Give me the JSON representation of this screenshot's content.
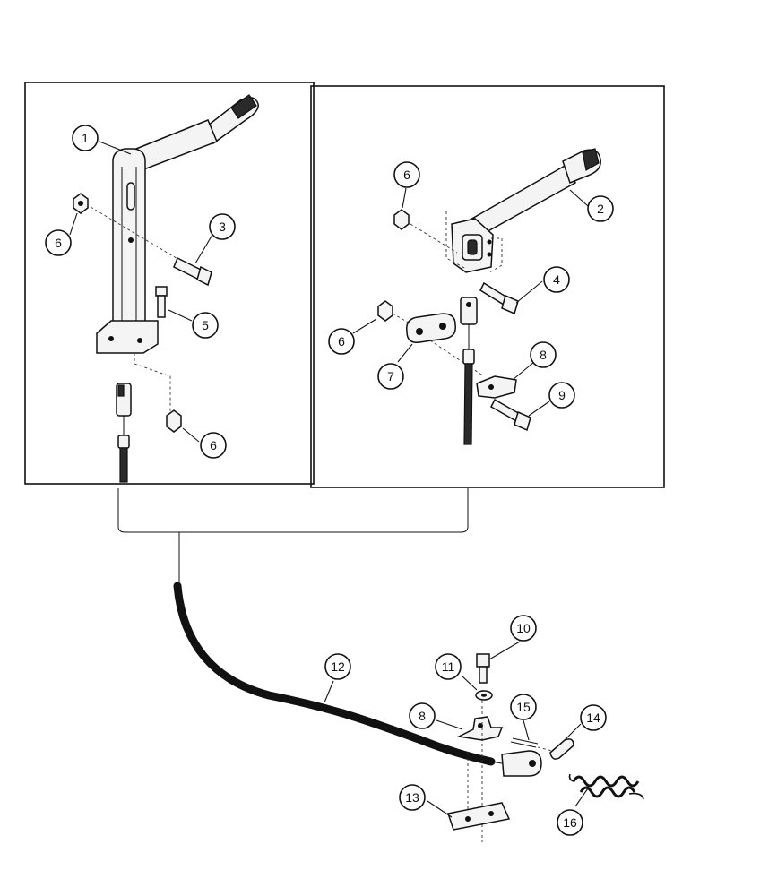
{
  "callouts": [
    {
      "id": "c1a",
      "label": "1"
    },
    {
      "id": "c2",
      "label": "2"
    },
    {
      "id": "c3",
      "label": "3"
    },
    {
      "id": "c4",
      "label": "4"
    },
    {
      "id": "c5",
      "label": "5"
    },
    {
      "id": "c6a",
      "label": "6"
    },
    {
      "id": "c6b",
      "label": "6"
    },
    {
      "id": "c6c",
      "label": "6"
    },
    {
      "id": "c6d",
      "label": "6"
    },
    {
      "id": "c7",
      "label": "7"
    },
    {
      "id": "c8a",
      "label": "8"
    },
    {
      "id": "c8b",
      "label": "8"
    },
    {
      "id": "c9",
      "label": "9"
    },
    {
      "id": "c10",
      "label": "10"
    },
    {
      "id": "c11",
      "label": "11"
    },
    {
      "id": "c12",
      "label": "12"
    },
    {
      "id": "c13",
      "label": "13"
    },
    {
      "id": "c14",
      "label": "14"
    },
    {
      "id": "c15",
      "label": "15"
    },
    {
      "id": "c16",
      "label": "16"
    }
  ]
}
